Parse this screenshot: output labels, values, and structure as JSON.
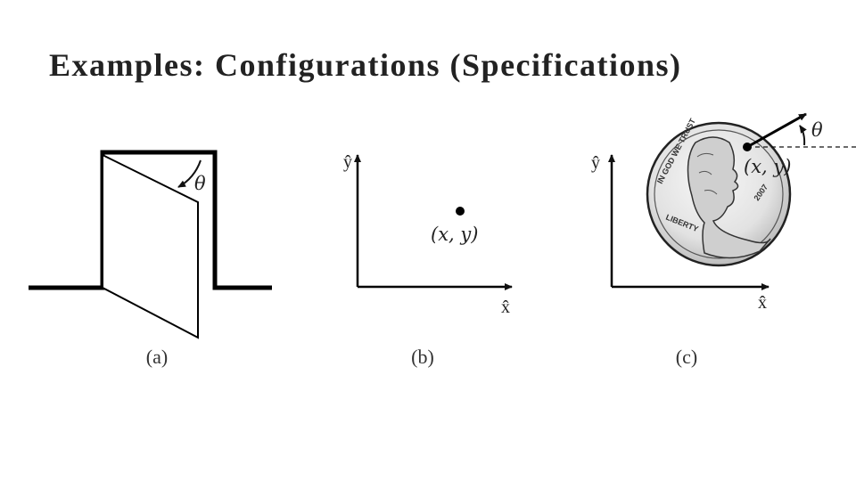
{
  "slide": {
    "title": "Examples: Configurations (Specifications)"
  },
  "panels": {
    "a": {
      "caption": "(a)",
      "angle_label": "θ"
    },
    "b": {
      "caption": "(b)",
      "x_axis": "x̂",
      "y_axis": "ŷ",
      "point_label": "(x, y)"
    },
    "c": {
      "caption": "(c)",
      "x_axis": "x̂",
      "y_axis": "ŷ",
      "point_label": "(x, y)",
      "angle_label": "θ",
      "coin": {
        "motto": "IN GOD WE TRUST",
        "year": "2007",
        "word": "LIBERTY"
      }
    }
  }
}
